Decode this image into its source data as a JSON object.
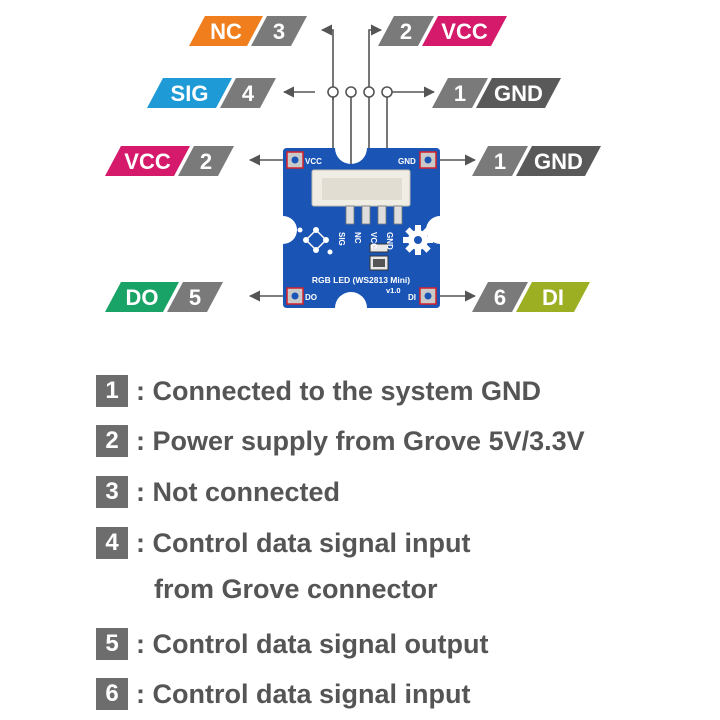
{
  "colors": {
    "orange": "#f07e1c",
    "blue": "#1e9ad6",
    "magenta": "#d51a6b",
    "green": "#1aa367",
    "olive": "#9cae22",
    "dark": "#595959",
    "gray": "#7a7a7a",
    "board": "#1a55b5"
  },
  "pin_labels": [
    {
      "id": "nc-top",
      "name": "NC",
      "name_color": "orange",
      "number": "3"
    },
    {
      "id": "vcc-top",
      "name": "VCC",
      "name_color": "magenta",
      "number": "2"
    },
    {
      "id": "sig",
      "name": "SIG",
      "name_color": "blue",
      "number": "4"
    },
    {
      "id": "gnd-top",
      "name": "GND",
      "name_color": "dark",
      "number": "1"
    },
    {
      "id": "vcc-side",
      "name": "VCC",
      "name_color": "magenta",
      "number": "2"
    },
    {
      "id": "gnd-side",
      "name": "GND",
      "name_color": "dark",
      "number": "1"
    },
    {
      "id": "do",
      "name": "DO",
      "name_color": "green",
      "number": "5"
    },
    {
      "id": "di",
      "name": "DI",
      "name_color": "olive",
      "number": "6"
    }
  ],
  "board": {
    "silk_vcc": "VCC",
    "silk_gnd": "GND",
    "silk_do": "DO",
    "silk_di": "DI",
    "connector_pins": [
      "SIG",
      "NC",
      "VCC",
      "GND"
    ],
    "title": "RGB LED (WS2813 Mini)",
    "version": "v1.0"
  },
  "legend": [
    {
      "number": "1",
      "text": ": Connected to the system GND"
    },
    {
      "number": "2",
      "text": ": Power supply from Grove 5V/3.3V"
    },
    {
      "number": "3",
      "text": ": Not connected"
    },
    {
      "number": "4",
      "text": ": Control data signal input"
    },
    {
      "number": "5",
      "text": ": Control data signal output"
    },
    {
      "number": "6",
      "text": ": Control data signal input"
    }
  ],
  "legend_continuation": "from Grove connector"
}
